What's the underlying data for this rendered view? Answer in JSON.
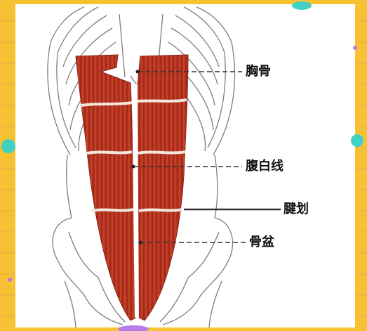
{
  "labels": {
    "sternum": "胸骨",
    "linea_alba": "腹白线",
    "tendinous_intersection": "腱划",
    "pelvis": "骨盆"
  },
  "colors": {
    "paper": "#ffffff",
    "frame_yellow": "#f6c233",
    "notebook_line": "#e8a94e",
    "muscle": "#b8321f",
    "muscle_dark": "#8e2416",
    "bone_outline": "#7d7d7d",
    "leader_line": "#333333",
    "accent_teal": "#3fd2c4",
    "accent_purple": "#b77be6"
  }
}
